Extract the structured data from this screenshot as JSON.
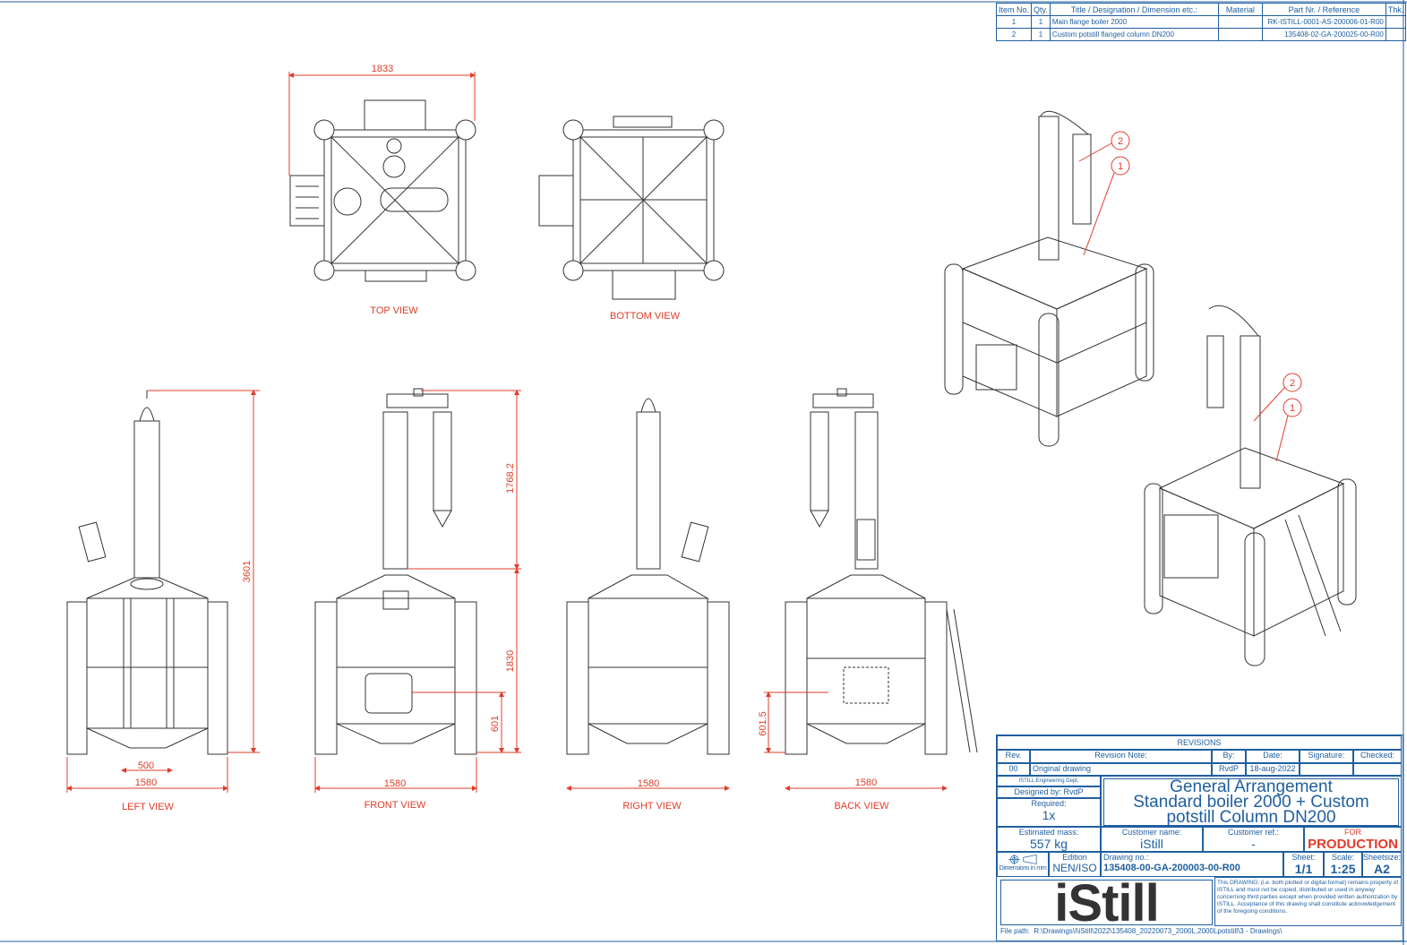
{
  "parts_table": {
    "headers": [
      "Item No.",
      "Qty.",
      "Title / Designation / Dimension etc.:",
      "Material",
      "Part Nr. / Reference",
      "Thk."
    ],
    "rows": [
      {
        "item": "1",
        "qty": "1",
        "title": "Main flange boiler 2000",
        "material": "",
        "part": "RK-ISTILL-0001-AS-200006-01-R00",
        "thk": ""
      },
      {
        "item": "2",
        "qty": "1",
        "title": "Custom potstill flanged column DN200",
        "material": "",
        "part": "135408-02-GA-200025-00-R00",
        "thk": ""
      }
    ]
  },
  "views": {
    "top": {
      "label": "TOP VIEW",
      "dims": [
        "1833"
      ]
    },
    "bottom": {
      "label": "BOTTOM VIEW"
    },
    "left": {
      "label": "LEFT VIEW",
      "dims": [
        "3601",
        "500",
        "1580"
      ]
    },
    "front": {
      "label": "FRONT VIEW",
      "dims": [
        "1768.2",
        "1830",
        "601",
        "1580"
      ]
    },
    "right": {
      "label": "RIGHT VIEW",
      "dims": [
        "1580"
      ]
    },
    "back": {
      "label": "BACK VIEW",
      "dims": [
        "601.5",
        "1580"
      ]
    }
  },
  "balloons": [
    "1",
    "2",
    "1",
    "2"
  ],
  "title_block": {
    "revisions_label": "REVISIONS",
    "rev_headers": {
      "rev": "Rev.",
      "note": "Revision Note:",
      "by": "By:",
      "date": "Date:",
      "signature": "Signature:",
      "checked": "Checked:"
    },
    "rev_row": {
      "rev": "00",
      "note": "Original drawing",
      "by": "RvdP",
      "date": "18-aug-2022",
      "signature": "",
      "checked": ""
    },
    "dept": "ISTILL Engineering Dept.",
    "designed_by": "Designed by: RvdP",
    "required_label": "Required:",
    "required_value": "1x",
    "title_lines": [
      "General Arrangement",
      "Standard boiler 2000 + Custom",
      "potstill Column DN200"
    ],
    "mass_label": "Estimated mass:",
    "mass_value": "557 kg",
    "customer_label": "Customer name:",
    "customer_value": "iStill",
    "customer_ref_label": "Customer ref.:",
    "customer_ref_value": "-",
    "status_top": "FOR",
    "status_main": "PRODUCTION",
    "dimensions_note": "Dimensions in mm",
    "edition_label": "Edition",
    "edition_value": "NEN/ISO",
    "drawing_no_label": "Drawing no.:",
    "drawing_no_value": "135408-00-GA-200003-00-R00",
    "sheet_label": "Sheet:",
    "sheet_value": "1/1",
    "scale_label": "Scale:",
    "scale_value": "1:25",
    "sheetsize_label": "Sheetsize:",
    "sheetsize_value": "A2",
    "logo": "iStill",
    "disclaimer": "This DRAWING, (i.e. both plotted or digital format) remains property of ISTILL and must not be copied, distributed or used in anyway concerning third parties except when provided written authorization by ISTILL. Acceptance of this drawing shall constitute acknowledgement of the foregoing conditions.",
    "file_path_label": "File path:",
    "file_path_value": "R:\\Drawings\\I\\iStill\\2022\\135408_20220073_2000L,2000Lpotstill\\3 - Drawings\\"
  },
  "colors": {
    "line": "#1f5fa0",
    "dimension": "#e03c2a",
    "drawing": "#333333"
  }
}
